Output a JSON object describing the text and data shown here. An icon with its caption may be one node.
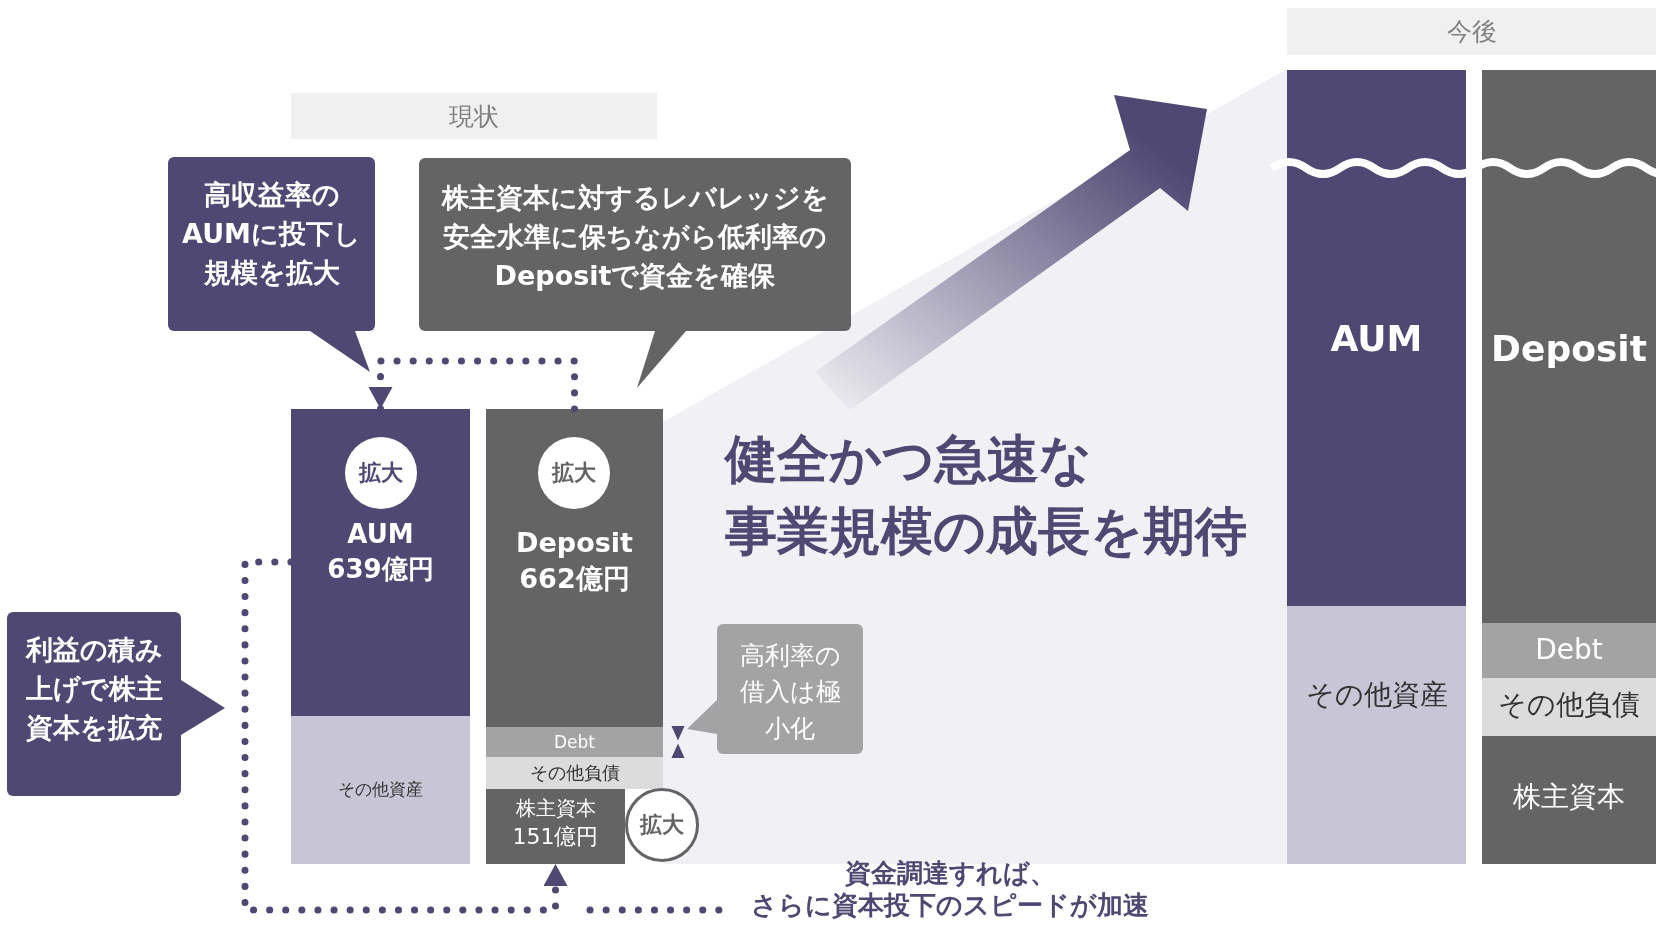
{
  "diagram": {
    "nodes": [
      {
        "text": [
          "現状"
        ]
      },
      {
        "text": [
          "今後"
        ]
      },
      {
        "text": [
          "高収益率のAUMに投下し規模を拡大"
        ]
      },
      {
        "text": [
          "株主資本に対するレバレッジを安全水準に保ちながら低利率のDepositで資金を確保"
        ]
      },
      {
        "text": [
          "AUM",
          "639億円"
        ]
      },
      {
        "text": [
          "拡大"
        ],
        "in": 4
      },
      {
        "text": [
          "その他資産"
        ]
      },
      {
        "text": [
          "Deposit",
          "662億円"
        ]
      },
      {
        "text": [
          "拡大"
        ],
        "in": 7
      },
      {
        "text": [
          "Debt"
        ]
      },
      {
        "text": [
          "その他負債"
        ]
      },
      {
        "text": [
          "株主資本",
          "151億円"
        ]
      },
      {
        "text": [
          "拡大"
        ]
      },
      {
        "text": [
          "利益の積み上げで株主資本を拡充"
        ]
      },
      {
        "text": [
          "高利率の借入は極小化"
        ]
      },
      {
        "text": [
          "AUM"
        ]
      },
      {
        "text": [
          "その他資産"
        ]
      },
      {
        "text": [
          "Deposit"
        ]
      },
      {
        "text": [
          "Debt"
        ]
      },
      {
        "text": [
          "その他負債"
        ]
      },
      {
        "text": [
          "株主資本"
        ]
      }
    ],
    "edges": [
      {
        "from": 7,
        "to": 4,
        "arrow": "to",
        "style": "dashed"
      },
      {
        "from": 4,
        "to": 11,
        "arrow": "to",
        "style": "dashed"
      }
    ],
    "labels": [
      "健全かつ急速な",
      "事業規模の成長を期待",
      "資金調達すれば、",
      "さらに資本投下のスピードが加速"
    ]
  }
}
